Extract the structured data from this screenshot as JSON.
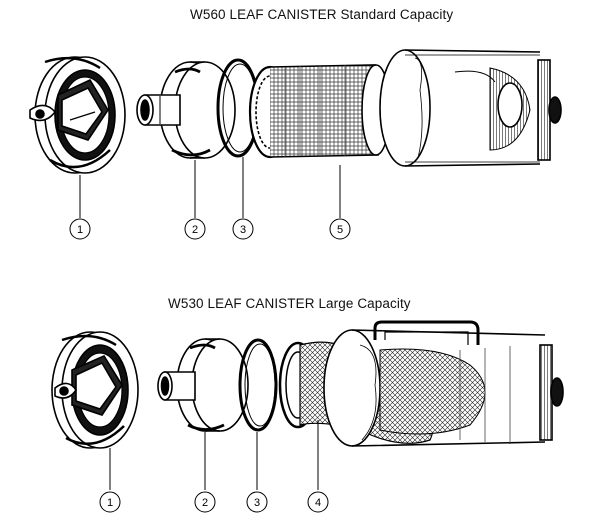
{
  "diagrams": [
    {
      "title": "W560 LEAF CANISTER Standard Capacity",
      "callouts": [
        "1",
        "2",
        "3",
        "5"
      ]
    },
    {
      "title": "W530 LEAF CANISTER Large Capacity",
      "callouts": [
        "1",
        "2",
        "3",
        "4"
      ]
    }
  ],
  "colors": {
    "ink": "#000000",
    "paper": "#ffffff",
    "shade": "#1a1a1a"
  }
}
